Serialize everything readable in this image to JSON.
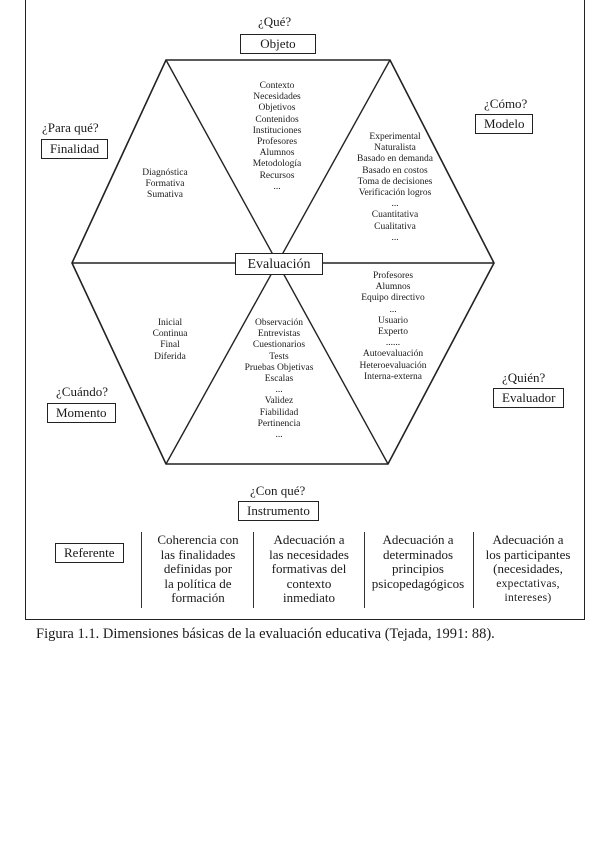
{
  "diagram": {
    "center": "Evaluación",
    "dimensions": [
      {
        "id": "objeto",
        "question": "¿Qué?",
        "label": "Objeto",
        "items": [
          "Contexto",
          "Necesidades",
          "Objetivos",
          "Contenidos",
          "Instituciones",
          "Profesores",
          "Alumnos",
          "Metodología",
          "Recursos",
          "..."
        ]
      },
      {
        "id": "modelo",
        "question": "¿Cómo?",
        "label": "Modelo",
        "items": [
          "Experimental",
          "Naturalista",
          "Basado en demanda",
          "Basado en costos",
          "Toma de decisiones",
          "Verificación logros",
          "...",
          "Cuantitativa",
          "Cualitativa",
          "..."
        ]
      },
      {
        "id": "evaluador",
        "question": "¿Quién?",
        "label": "Evaluador",
        "items": [
          "Profesores",
          "Alumnos",
          "Equipo directivo",
          "...",
          "Usuario",
          "Experto",
          "......",
          "Autoevaluación",
          "Heteroevaluación",
          "Interna-externa"
        ]
      },
      {
        "id": "instrumento",
        "question": "¿Con qué?",
        "label": "Instrumento",
        "items": [
          "Observación",
          "Entrevistas",
          "Cuestionarios",
          "Tests",
          "Pruebas Objetivas",
          "Escalas",
          "...",
          "Validez",
          "Fiabilidad",
          "Pertinencia",
          "..."
        ]
      },
      {
        "id": "momento",
        "question": "¿Cuándo?",
        "label": "Momento",
        "items": [
          "Inicial",
          "Continua",
          "Final",
          "Diferida"
        ]
      },
      {
        "id": "finalidad",
        "question": "¿Para qué?",
        "label": "Finalidad",
        "items": [
          "Diagnóstica",
          "Formativa",
          "Sumativa"
        ]
      }
    ],
    "referente": {
      "label": "Referente",
      "columns": [
        [
          "Coherencia con",
          "las finalidades",
          "definidas por",
          "la política de",
          "formación"
        ],
        [
          "Adecuación a",
          "las necesidades",
          "formativas del",
          "contexto",
          "inmediato"
        ],
        [
          "Adecuación a",
          "determinados",
          "principios",
          "psicopedagógicos"
        ],
        [
          "Adecuación a",
          "los participantes",
          "(necesidades,",
          "expectativas,",
          "intereses)"
        ]
      ]
    }
  },
  "caption": "Figura 1.1.  Dimensiones básicas de la evaluación educativa (Tejada, 1991: 88)."
}
